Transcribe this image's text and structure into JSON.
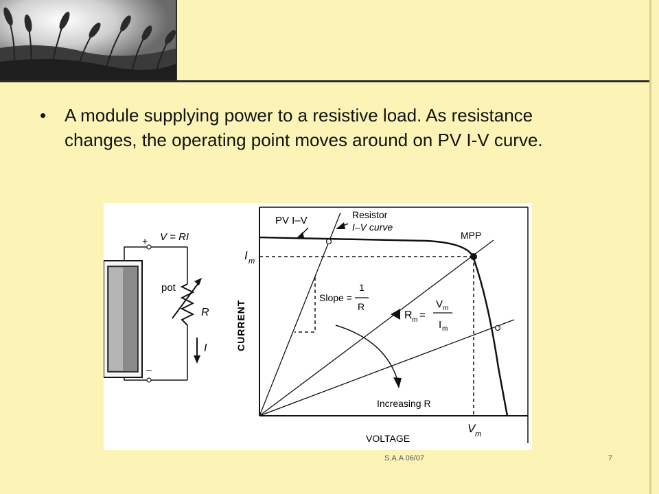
{
  "slide": {
    "bullet": "•",
    "text": "A module supplying power to a resistive load. As resistance changes, the operating point moves around on PV I-V curve.",
    "footer_text": "S.A.A 06/07",
    "page_number": "7"
  },
  "figure": {
    "circuit": {
      "plus": "+",
      "minus": "–",
      "v_eq": "V = RI",
      "pot": "pot",
      "r": "R",
      "i": "I"
    },
    "plot": {
      "pv_label": "PV I–V",
      "resistor_label_1": "Resistor",
      "resistor_label_2": "I–V curve",
      "mpp": "MPP",
      "im_label": "I",
      "im_sub": "m",
      "slope_label": "Slope =",
      "slope_num": "1",
      "slope_den": "R",
      "rm_label": "R",
      "rm_sub": "m",
      "rm_eq": "=",
      "vm_num": "V",
      "vm_num_sub": "m",
      "im_den": "I",
      "im_den_sub": "m",
      "increasing": "Increasing R",
      "ylabel": "CURRENT",
      "xlabel": "VOLTAGE",
      "vm_label": "V",
      "vm_sub": "m"
    }
  }
}
